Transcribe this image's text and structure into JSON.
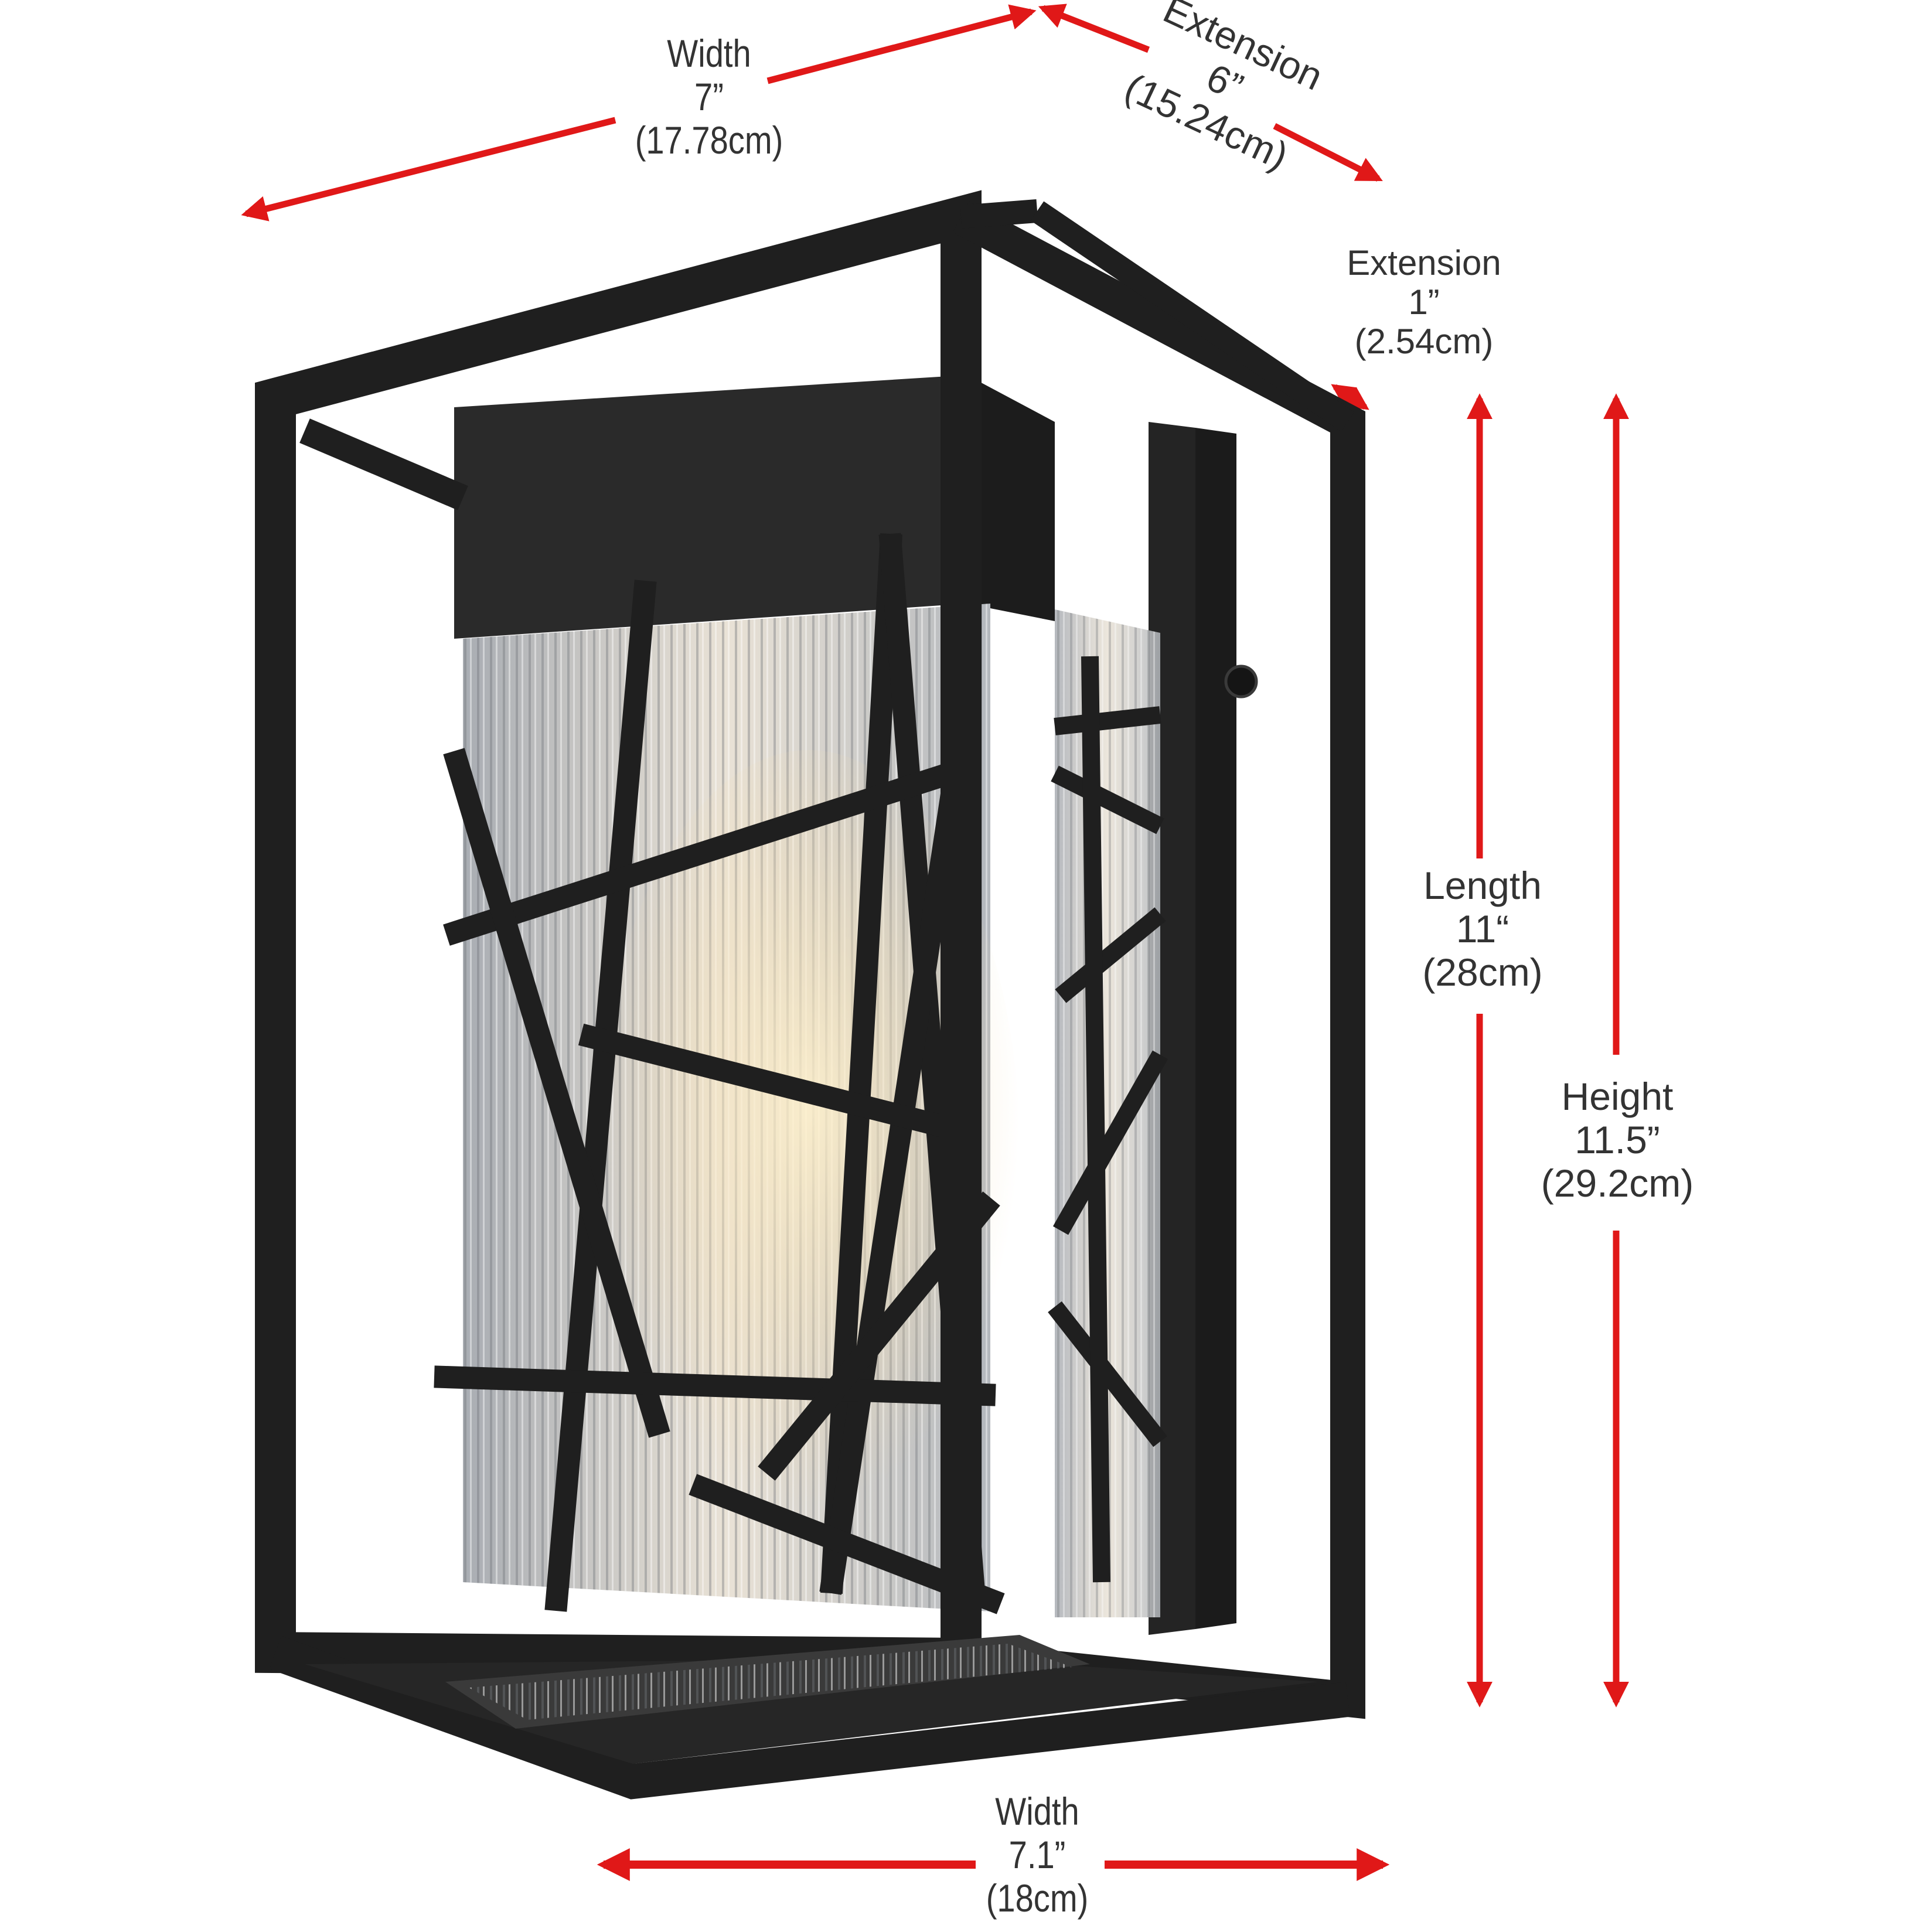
{
  "title": "Outdoor wall lantern dimension diagram",
  "colors": {
    "arrow": "#e01818",
    "text": "#333333",
    "fixture_dark": "#1e1e1e",
    "fixture_mid": "#2b2b2b",
    "glass": "#c9ccd0",
    "glow": "#f3d9a8",
    "background": "#ffffff"
  },
  "dimensions": {
    "width_top": {
      "label": "Width",
      "inches": "7”",
      "cm": "(17.78cm)"
    },
    "extension_top": {
      "label": "Extension",
      "inches": "6”",
      "cm": "(15.24cm)"
    },
    "extension_backplate": {
      "label": "Extension",
      "inches": "1”",
      "cm": "(2.54cm)"
    },
    "length": {
      "label": "Length",
      "inches": "11“",
      "cm": "(28cm)"
    },
    "height": {
      "label": "Height",
      "inches": "11.5”",
      "cm": "(29.2cm)"
    },
    "width_bottom": {
      "label": "Width",
      "inches": "7.1”",
      "cm": "(18cm)"
    }
  },
  "product": {
    "type": "wall-mounted lantern sconce",
    "finish": "matte black",
    "shade": "clear ribbed glass",
    "overlay": "abstract geometric cut-out metal cage"
  }
}
